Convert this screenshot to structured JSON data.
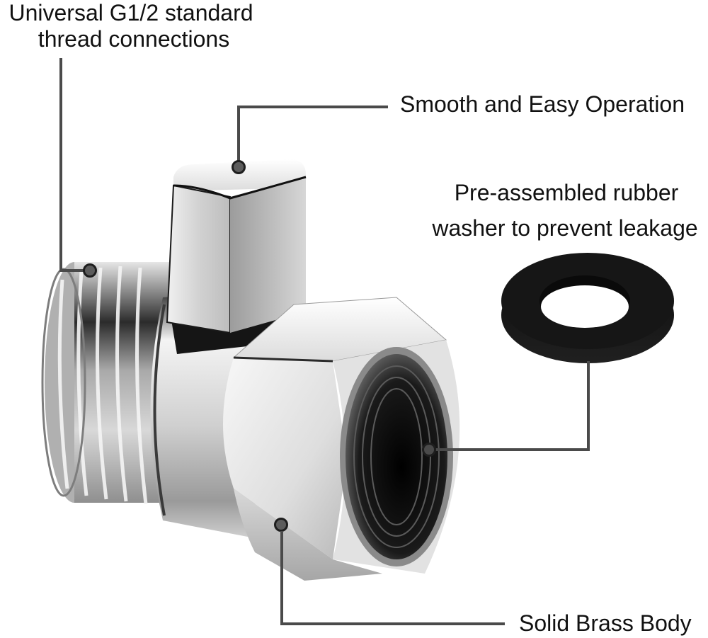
{
  "infographic": {
    "subject": "shower valve connector",
    "callouts": [
      {
        "id": "thread",
        "lines": [
          "Universal G1/2 standard",
          "thread connections"
        ]
      },
      {
        "id": "operation",
        "lines": [
          "Smooth and Easy Operation"
        ]
      },
      {
        "id": "washer",
        "lines": [
          "Pre-assembled rubber",
          "washer to prevent leakage"
        ]
      },
      {
        "id": "body",
        "lines": [
          "Solid Brass Body"
        ]
      }
    ],
    "colors": {
      "background": "#ffffff",
      "text": "#111111",
      "leader_line": "#4a4a4a",
      "dot_fill": "#5c5c5c",
      "dot_border": "#1e1e1e",
      "chrome_light": "#f2f2f2",
      "chrome_mid": "#b8b8b8",
      "chrome_dark": "#1a1a1a",
      "washer": "#151515"
    }
  }
}
